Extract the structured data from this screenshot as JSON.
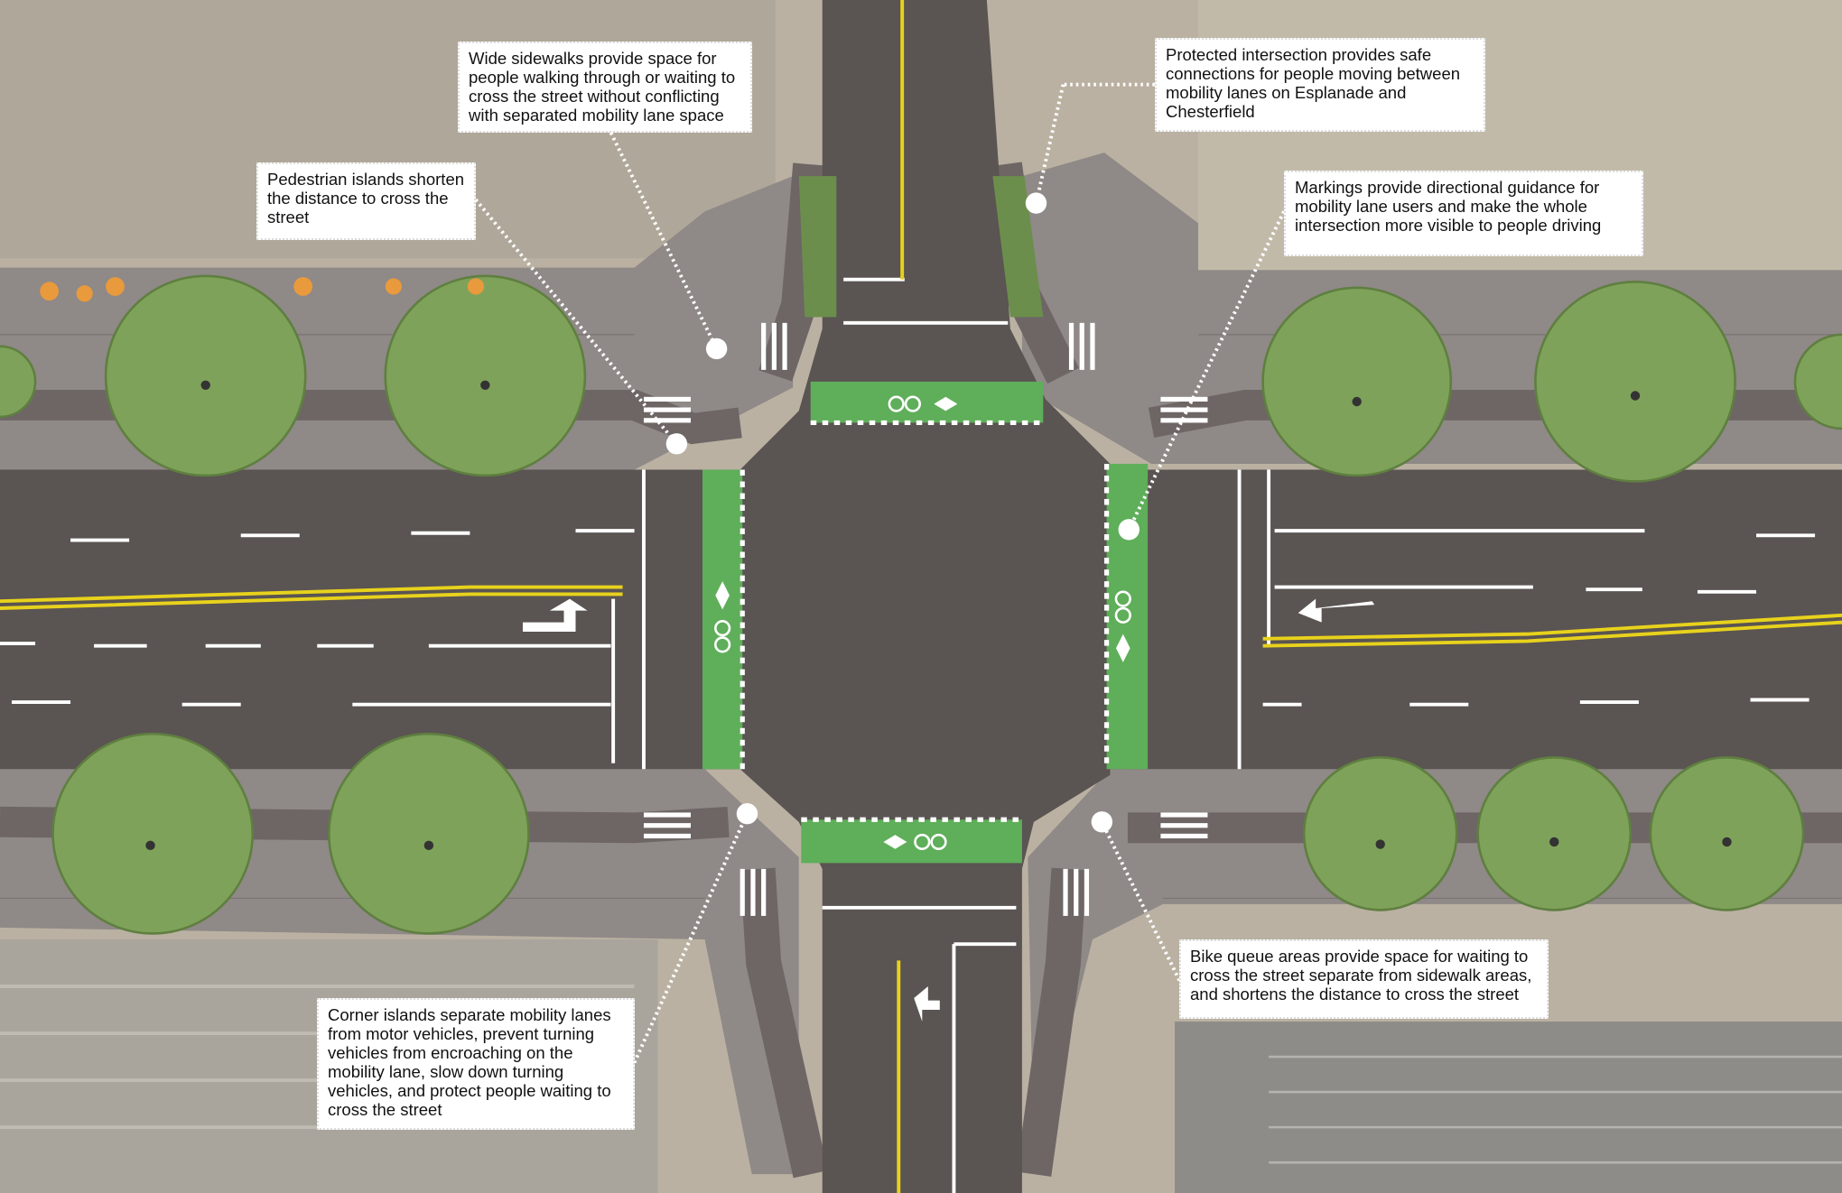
{
  "callouts": [
    {
      "id": "wide-sidewalks",
      "text": "Wide sidewalks provide space for people walking through or waiting to cross the street without conflicting with separated mobility lane space"
    },
    {
      "id": "pedestrian-islands",
      "text": "Pedestrian islands shorten the distance to cross the street"
    },
    {
      "id": "protected-intersection",
      "text": "Protected intersection provides safe connections for people moving between mobility lanes on Esplanade and Chesterfield"
    },
    {
      "id": "markings",
      "text": "Markings provide directional guidance for mobility lane users and make the whole intersection more visible to people driving"
    },
    {
      "id": "bike-queue",
      "text": "Bike queue areas provide space for waiting to cross the street separate from sidewalk areas, and shortens the distance to cross the street"
    },
    {
      "id": "corner-islands",
      "text": "Corner islands separate mobility lanes from motor vehicles, prevent turning vehicles from encroaching on the mobility lane, slow down turning vehicles, and protect people waiting to cross the street"
    }
  ],
  "colors": {
    "asphalt": "#5a5452",
    "sidewalk": "#8f8987",
    "bike_green": "#5fae5a",
    "tree": "#7fa25a",
    "yellow_line": "#e8d21c",
    "aerial": "#b9af9f"
  }
}
